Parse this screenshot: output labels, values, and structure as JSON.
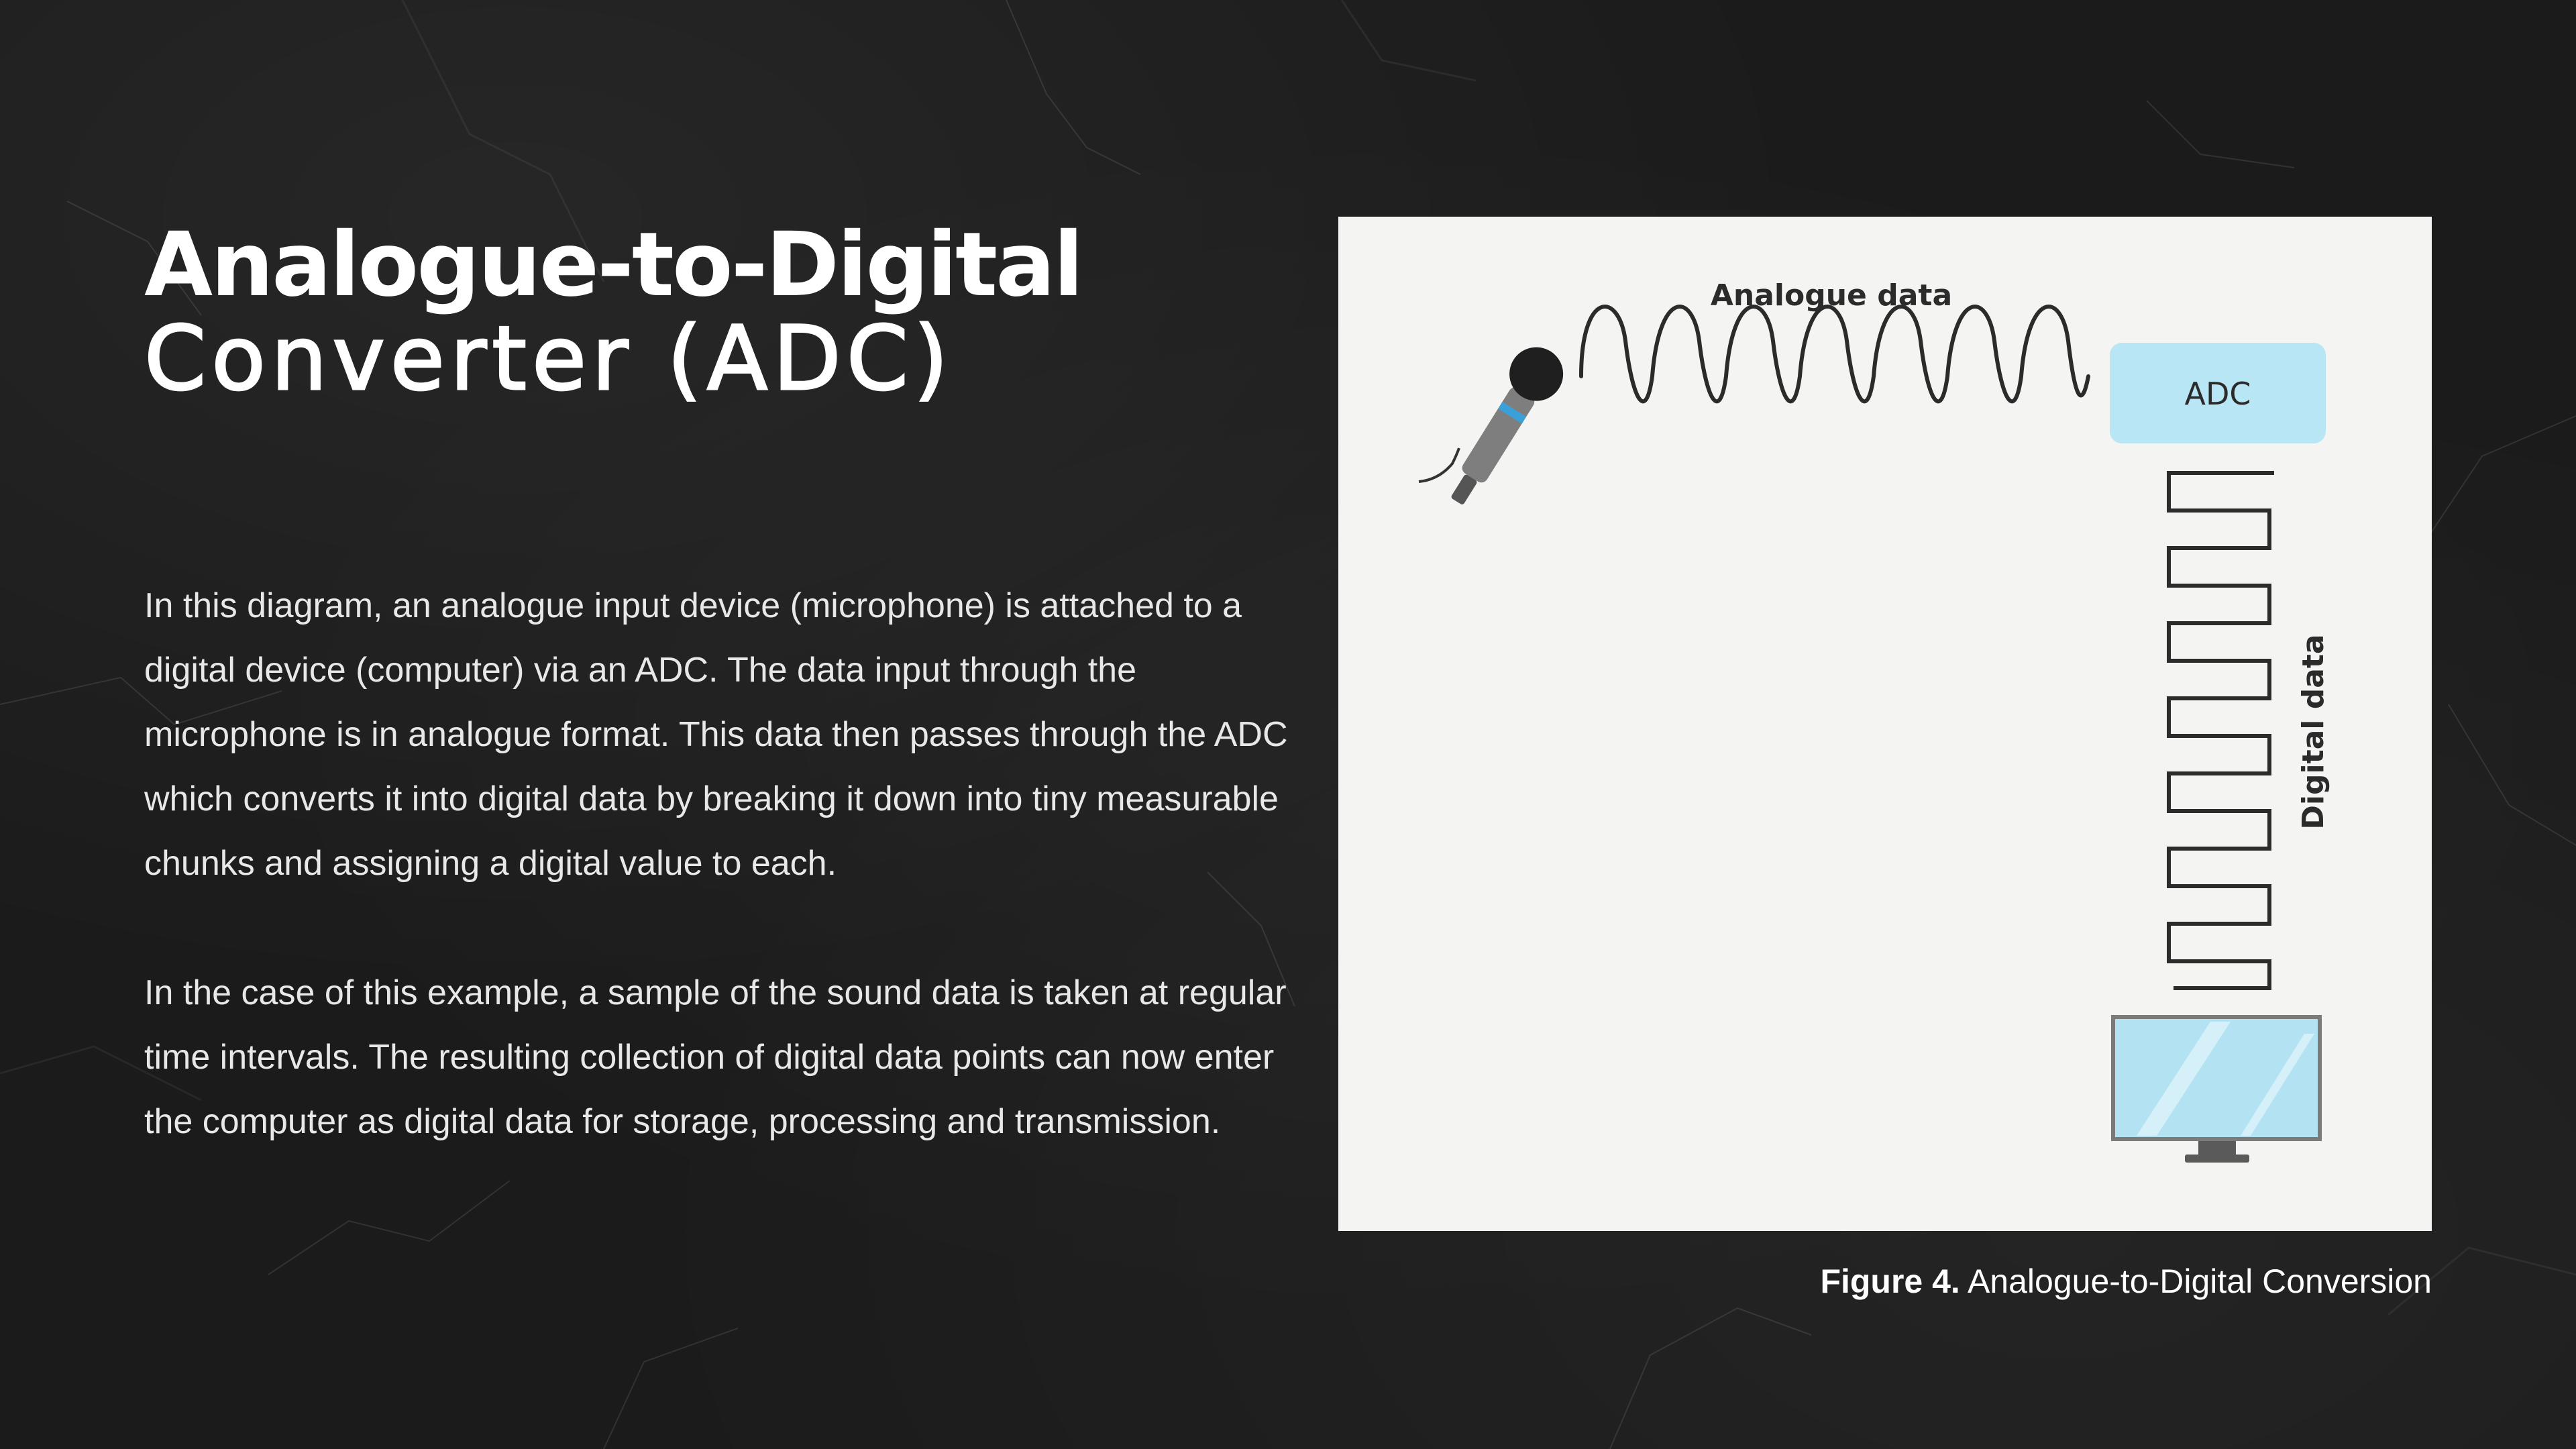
{
  "title": {
    "line1": "Analogue-to-Digital",
    "line2": "Converter (ADC)"
  },
  "body": {
    "paragraph1": "In this diagram, an analogue input device (microphone) is attached to a digital device (computer) via an ADC. The data input through the microphone is in analogue format. This data then passes through the ADC which converts it into digital data by breaking it down into tiny measurable chunks and assigning a digital value to each.",
    "paragraph2": "In the case of this example, a sample of the sound data is taken at regular time intervals. The resulting collection of digital data points can now enter the computer as digital data for storage, processing and transmission."
  },
  "diagram": {
    "analogue_label": "Analogue data",
    "adc_label": "ADC",
    "digital_label": "Digital data",
    "colors": {
      "panel": "#f4f4f2",
      "adc_box": "#b8e6f4",
      "monitor_screen": "#b3e3f3",
      "wave": "#2b2b2b",
      "mic_accent": "#3ca0d8"
    },
    "icons": [
      "microphone-icon",
      "monitor-icon"
    ]
  },
  "caption": {
    "label": "Figure 4.",
    "text": "Analogue-to-Digital Conversion"
  }
}
